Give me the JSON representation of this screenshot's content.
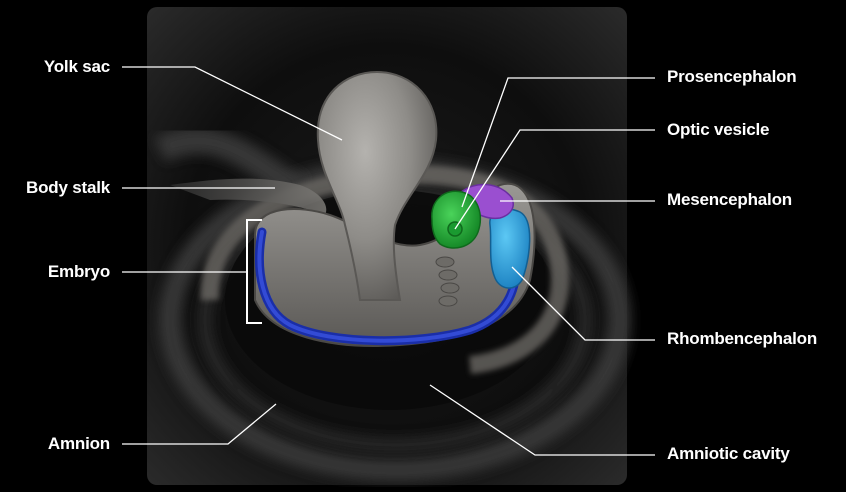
{
  "labels": {
    "yolk_sac": "Yolk sac",
    "body_stalk": "Body stalk",
    "embryo": "Embryo",
    "amnion": "Amnion",
    "prosencephalon": "Prosencephalon",
    "optic_vesicle": "Optic vesicle",
    "mesencephalon": "Mesencephalon",
    "rhombencephalon": "Rhombencephalon",
    "amniotic_cavity": "Amniotic cavity"
  },
  "colors": {
    "background": "#000000",
    "panel": "#1a1a1a",
    "tissue_gray": "#8c8a87",
    "neural_tube_blue": "#2a3ec8",
    "prosencephalon_green": "#22b33a",
    "mesencephalon_purple": "#9a4fd0",
    "rhombencephalon_cyan": "#2aa8e8",
    "leader_line": "#ffffff"
  }
}
